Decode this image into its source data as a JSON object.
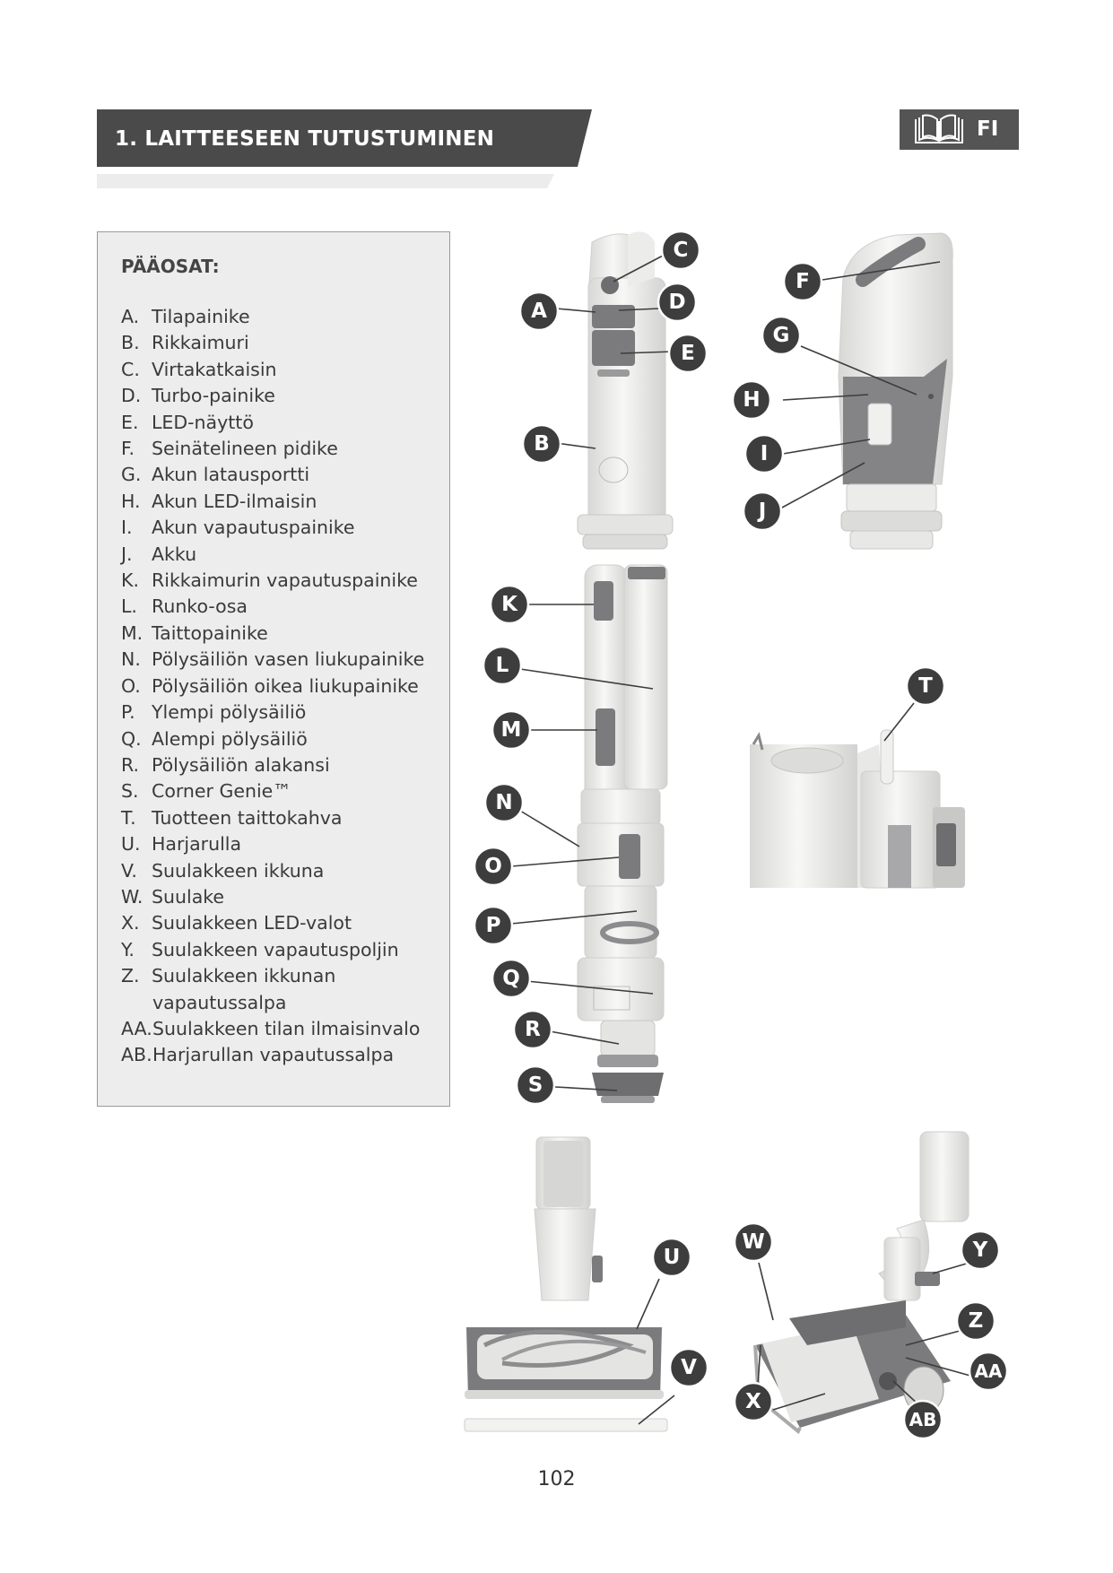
{
  "header": {
    "title": "1. LAITTEESEEN TUTUSTUMINEN",
    "language": "FI",
    "book_icon": "open-book-icon"
  },
  "parts": {
    "heading": "PÄÄOSAT:",
    "items": [
      {
        "letter": "A.",
        "label": "Tilapainike"
      },
      {
        "letter": "B.",
        "label": "Rikkaimuri"
      },
      {
        "letter": "C.",
        "label": "Virtakatkaisin"
      },
      {
        "letter": "D.",
        "label": "Turbo-painike"
      },
      {
        "letter": "E.",
        "label": "LED-näyttö"
      },
      {
        "letter": "F.",
        "label": "Seinätelineen pidike"
      },
      {
        "letter": "G.",
        "label": "Akun latausportti"
      },
      {
        "letter": "H.",
        "label": "Akun LED-ilmaisin"
      },
      {
        "letter": "I.",
        "label": "Akun vapautuspainike"
      },
      {
        "letter": "J.",
        "label": "Akku"
      },
      {
        "letter": "K.",
        "label": "Rikkaimurin vapautuspainike"
      },
      {
        "letter": "L.",
        "label": "Runko-osa"
      },
      {
        "letter": "M.",
        "label": "Taittopainike"
      },
      {
        "letter": "N.",
        "label": "Pölysäiliön vasen liukupainike"
      },
      {
        "letter": "O.",
        "label": "Pölysäiliön oikea liukupainike"
      },
      {
        "letter": "P.",
        "label": "Ylempi pölysäiliö"
      },
      {
        "letter": "Q.",
        "label": "Alempi pölysäiliö"
      },
      {
        "letter": "R.",
        "label": "Pölysäiliön alakansi"
      },
      {
        "letter": "S.",
        "label": "Corner Genie™"
      },
      {
        "letter": "T.",
        "label": "Tuotteen taittokahva"
      },
      {
        "letter": "U.",
        "label": "Harjarulla"
      },
      {
        "letter": "V.",
        "label": "Suulakkeen ikkuna"
      },
      {
        "letter": "W.",
        "label": "Suulake"
      },
      {
        "letter": "X.",
        "label": "Suulakkeen LED-valot"
      },
      {
        "letter": "Y.",
        "label": "Suulakkeen vapautuspoljin"
      },
      {
        "letter": "Z.",
        "label": "Suulakkeen ikkunan",
        "continuation": "vapautussalpa"
      },
      {
        "letter": "AA.",
        "label": "Suulakkeen tilan ilmaisinvalo"
      },
      {
        "letter": "AB.",
        "label": "Harjarullan vapautussalpa"
      }
    ]
  },
  "callouts": [
    "A",
    "B",
    "C",
    "D",
    "E",
    "F",
    "G",
    "H",
    "I",
    "J",
    "K",
    "L",
    "M",
    "N",
    "O",
    "P",
    "Q",
    "R",
    "S",
    "T",
    "U",
    "V",
    "W",
    "X",
    "Y",
    "Z",
    "AA",
    "AB"
  ],
  "page_number": "102",
  "colors": {
    "banner": "#4a4a4a",
    "callout_fill": "#3d3d3d",
    "box_background": "#ededed",
    "product_white": "#f2f2f0",
    "product_grey": "#7b7b7e"
  }
}
